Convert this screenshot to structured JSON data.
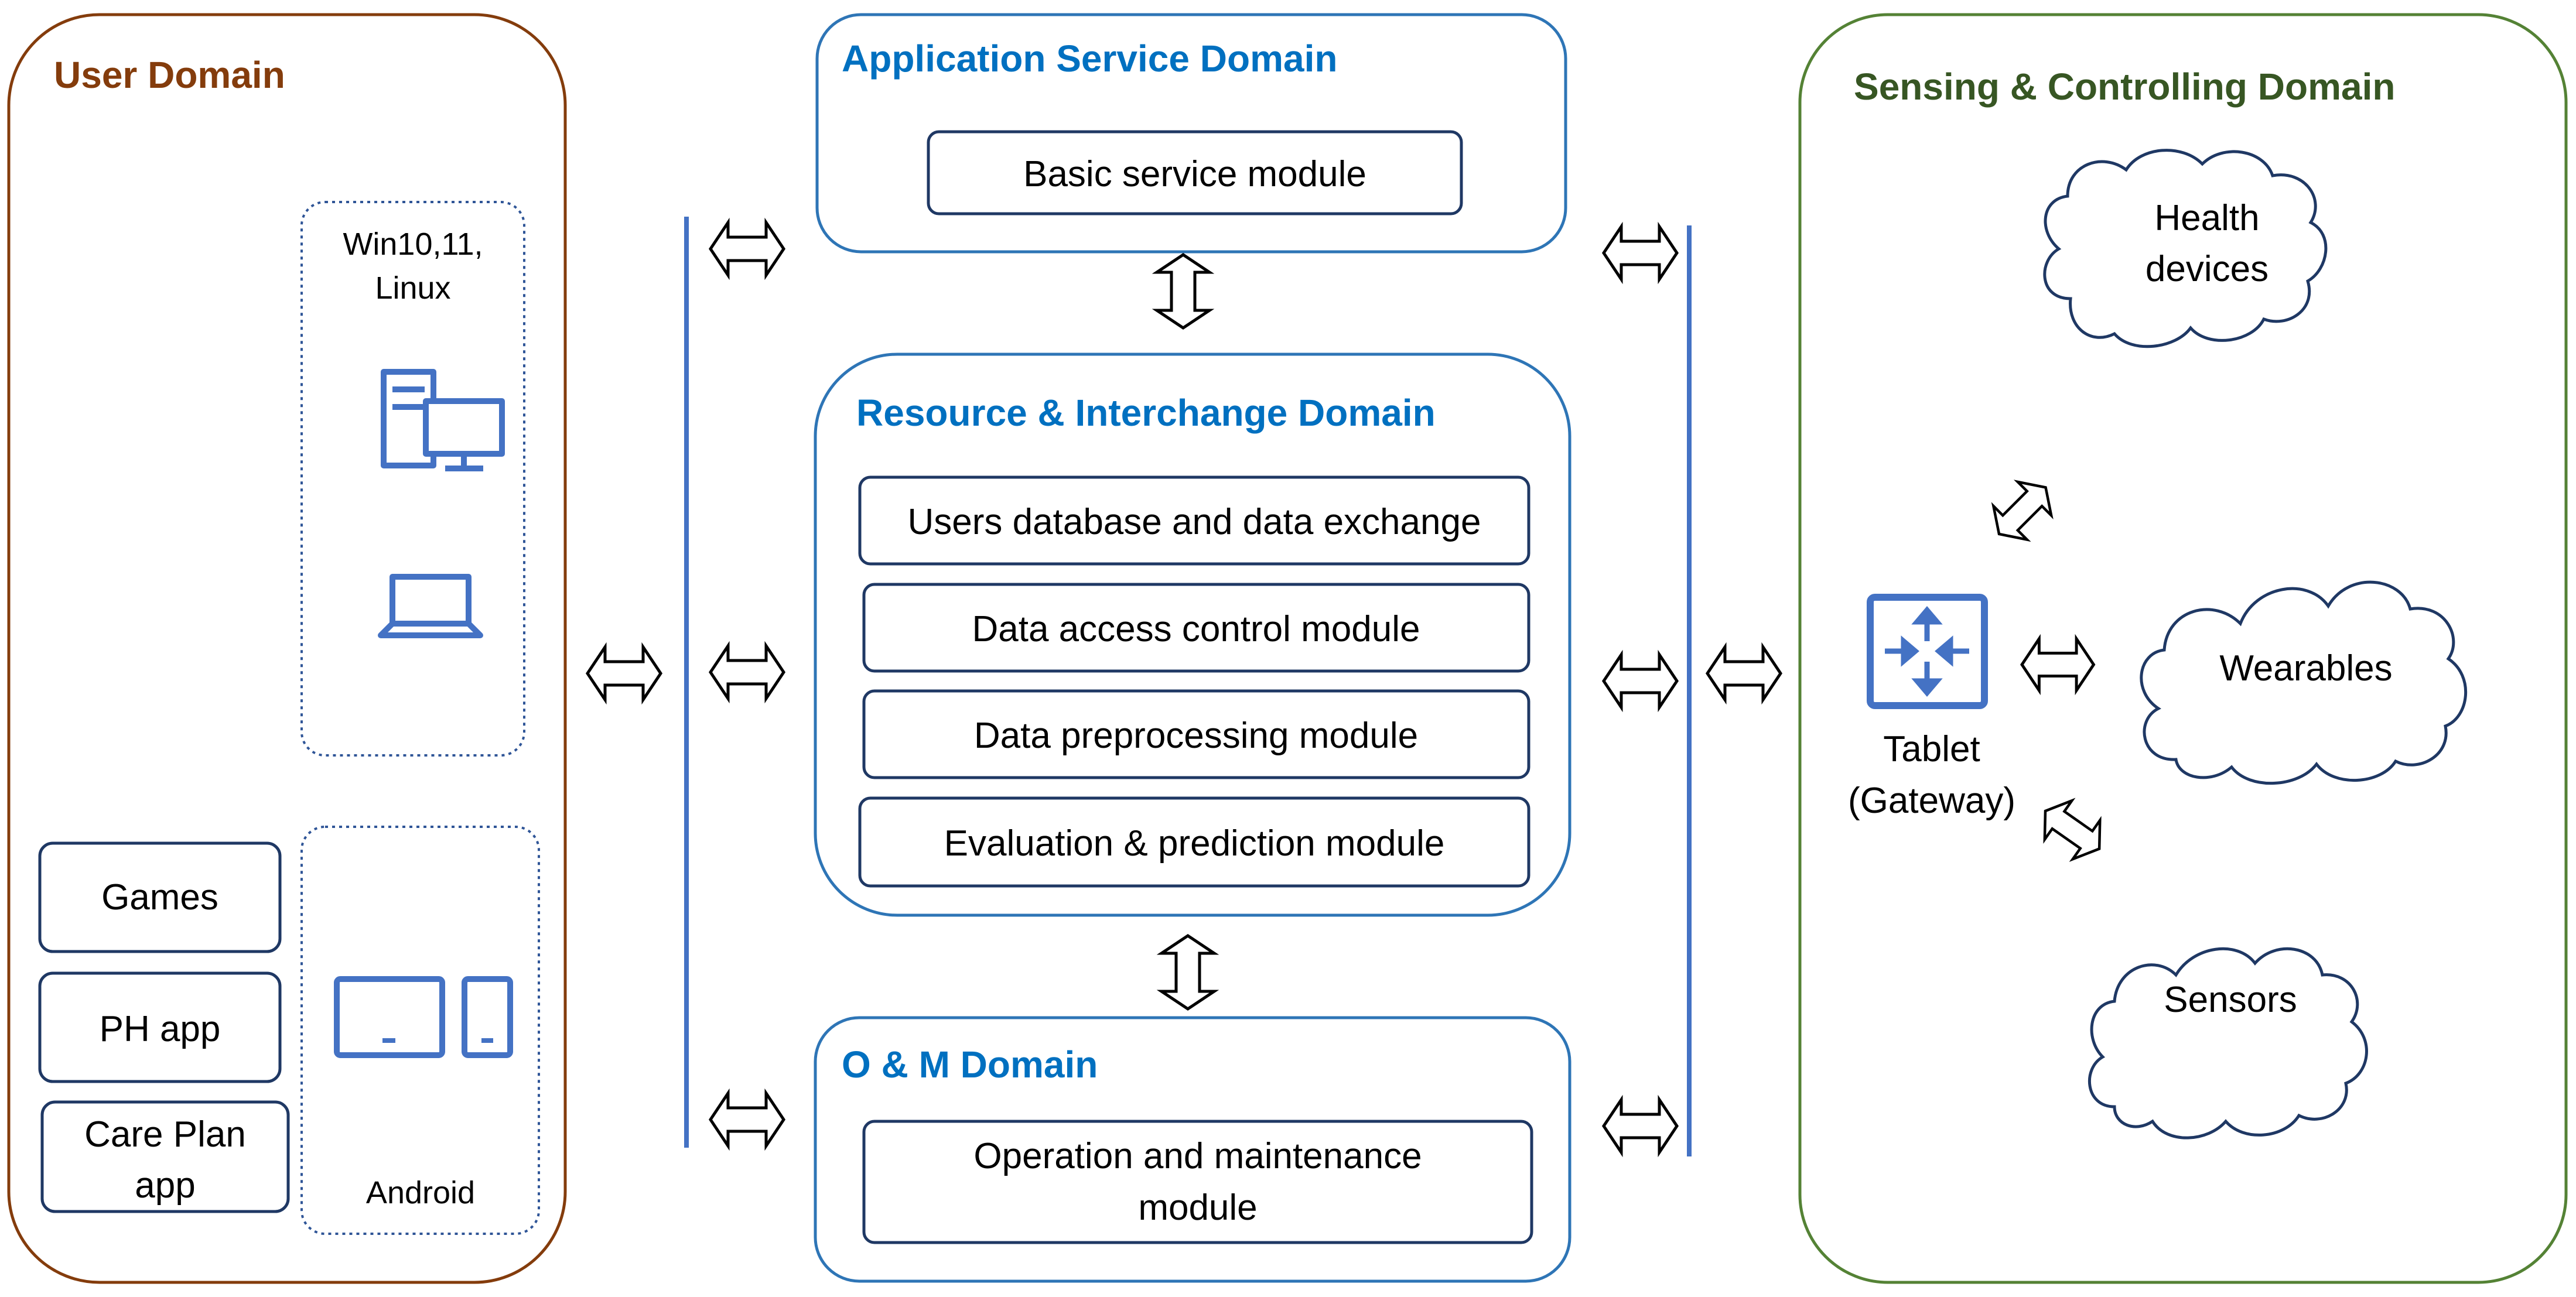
{
  "colors": {
    "user_domain": "#843C0C",
    "blue_title": "#0070C0",
    "sensing_domain": "#375623",
    "box_border": "#2E75B6",
    "module_border": "#1F3864",
    "icon_blue": "#4472C4",
    "arrow_stroke": "#000000"
  },
  "user_domain": {
    "title": "User Domain",
    "desktop_group": {
      "os_label_line1": "Win10,11,",
      "os_label_line2": "Linux",
      "icons": [
        "desktop-computer-icon",
        "laptop-icon"
      ]
    },
    "apps": [
      "Games",
      "PH app"
    ],
    "care_plan": {
      "line1": "Care Plan",
      "line2": "app"
    },
    "mobile_group": {
      "os_label": "Android",
      "icons": [
        "tablet-icon",
        "phone-icon"
      ]
    }
  },
  "application_service_domain": {
    "title": "Application Service Domain",
    "modules": [
      "Basic service module"
    ]
  },
  "resource_domain": {
    "title": "Resource & Interchange Domain",
    "modules": [
      "Users database and data exchange",
      "Data access control module",
      "Data preprocessing module",
      "Evaluation & prediction module"
    ]
  },
  "om_domain": {
    "title": "O & M Domain",
    "module_line1": "Operation and maintenance",
    "module_line2": "module"
  },
  "sensing_domain": {
    "title": "Sensing & Controlling Domain",
    "gateway": {
      "icon": "router-gateway-icon",
      "line1": "Tablet",
      "line2": "(Gateway)"
    },
    "clouds": [
      {
        "line1": "Health",
        "line2": "devices"
      },
      {
        "line1": "Wearables",
        "line2": ""
      },
      {
        "line1": "Sensors",
        "line2": ""
      }
    ]
  }
}
